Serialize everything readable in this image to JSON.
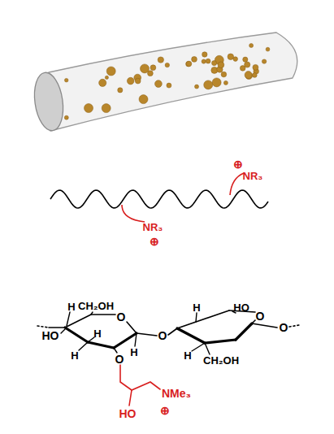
{
  "diagram": {
    "labels": [
      "⊕",
      "NR₃",
      "NR₃",
      "⊕",
      "H",
      "CH₂OH",
      "O",
      "HO",
      "H",
      "H",
      "O",
      "H",
      "O",
      "H",
      "HO",
      "O",
      "O",
      "H",
      "CH₂OH",
      "NMe₃",
      "⊕",
      "HO"
    ]
  }
}
